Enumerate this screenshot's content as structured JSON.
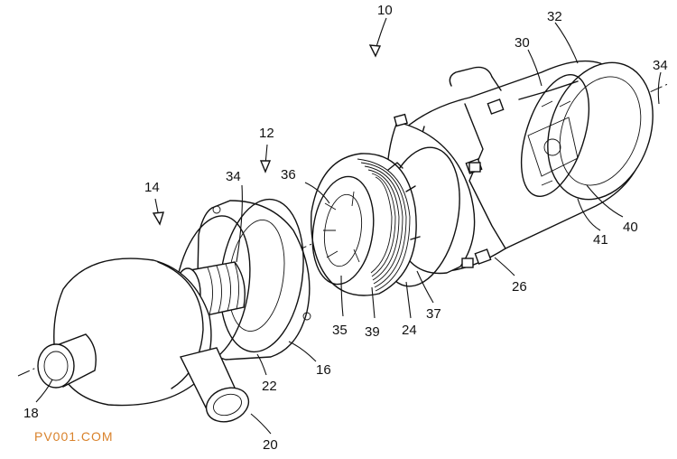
{
  "labels": {
    "l10": "10",
    "l12": "12",
    "l14": "14",
    "l16": "16",
    "l18": "18",
    "l20": "20",
    "l22": "22",
    "l24": "24",
    "l26": "26",
    "l30": "30",
    "l32": "32",
    "l34a": "34",
    "l34b": "34",
    "l35": "35",
    "l36": "36",
    "l37": "37",
    "l39": "39",
    "l40": "40",
    "l41": "41"
  },
  "watermark": "PV001.COM"
}
